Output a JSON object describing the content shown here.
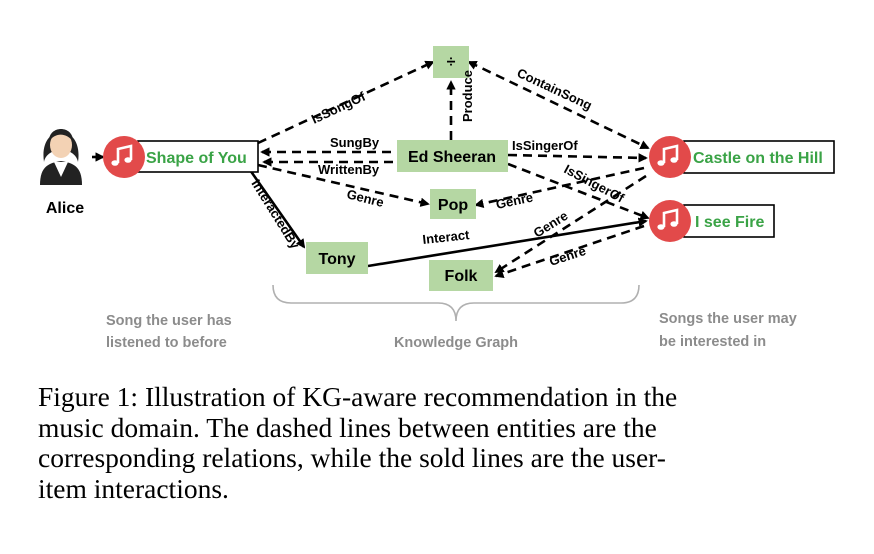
{
  "user": {
    "name": "Alice"
  },
  "nodes": {
    "shape_of_you": "Shape of You",
    "ed_sheeran": "Ed Sheeran",
    "castle_on_the_hill": "Castle on the Hill",
    "i_see_fire": "I see Fire",
    "pop": "Pop",
    "tony": "Tony",
    "folk": "Folk",
    "division": "÷"
  },
  "relations": {
    "is_song_of": "IsSongOf",
    "contain_song": "ContainSong",
    "produce": "Produce",
    "sung_by": "SungBy",
    "written_by": "WrittenBy",
    "is_singer_of_1": "IsSingerOf",
    "is_singer_of_2": "IsSingerOf",
    "genre_1": "Genre",
    "genre_2": "Genre",
    "genre_3": "Genre",
    "genre_4": "Genre",
    "interacted_by": "InteractedBy",
    "interact": "Interact"
  },
  "notes": {
    "left_line1": "Song the user has",
    "left_line2": "listened to before",
    "middle": "Knowledge Graph",
    "right_line1": "Songs the user may",
    "right_line2": "be interested in"
  },
  "caption": {
    "line1": "Figure 1: Illustration of KG-aware recommendation in the",
    "line2": "music domain. The dashed lines between entities are the",
    "line3": "corresponding relations, while the sold lines are the user-",
    "line4": "item interactions."
  },
  "colors": {
    "entity_fill": "#b5d7a3",
    "song_icon": "#e24a4a",
    "song_text": "#3aa346",
    "note_text": "#8c8c8c"
  },
  "icons": [
    "user-avatar-icon",
    "music-note-icon"
  ]
}
